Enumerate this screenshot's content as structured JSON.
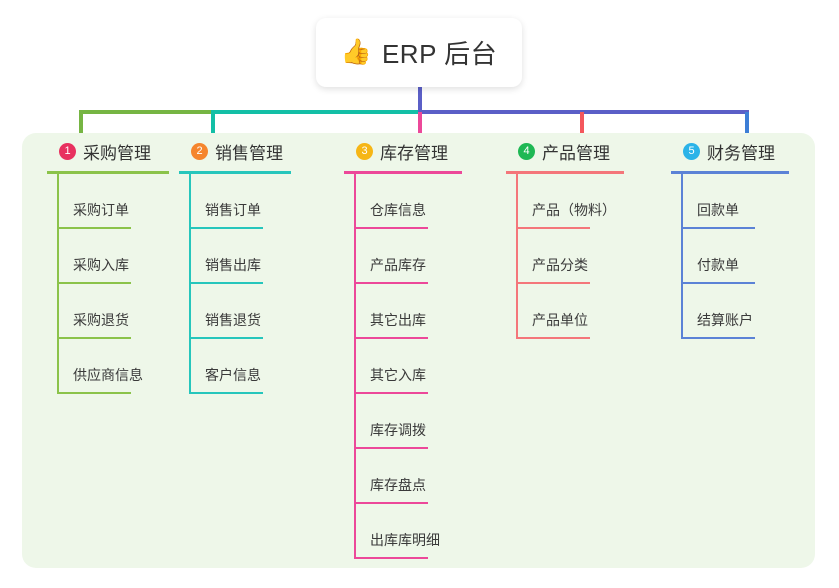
{
  "root": {
    "emoji": "👍",
    "emoji_name": "thumbs-up-icon",
    "title": "ERP 后台"
  },
  "palette": {
    "panel_bg": "#eef7e9",
    "trunk": "#5b5fc7",
    "page_bg": "#ffffff"
  },
  "columns": [
    {
      "index": "1",
      "title": "采购管理",
      "badge_color": "#e8315f",
      "line_color": "#8bc34a",
      "items": [
        "采购订单",
        "采购入库",
        "采购退货",
        "供应商信息"
      ]
    },
    {
      "index": "2",
      "title": "销售管理",
      "badge_color": "#f5852d",
      "line_color": "#26c6bc",
      "items": [
        "销售订单",
        "销售出库",
        "销售退货",
        "客户信息"
      ]
    },
    {
      "index": "3",
      "title": "库存管理",
      "badge_color": "#f6b616",
      "line_color": "#ec4899",
      "items": [
        "仓库信息",
        "产品库存",
        "其它出库",
        "其它入库",
        "库存调拨",
        "库存盘点",
        "出库库明细"
      ]
    },
    {
      "index": "4",
      "title": "产品管理",
      "badge_color": "#1eb854",
      "line_color": "#f4767a",
      "items": [
        "产品（物料）",
        "产品分类",
        "产品单位"
      ]
    },
    {
      "index": "5",
      "title": "财务管理",
      "badge_color": "#2bb3e8",
      "line_color": "#5b82d6",
      "items": [
        "回款单",
        "付款单",
        "结算账户"
      ]
    }
  ]
}
